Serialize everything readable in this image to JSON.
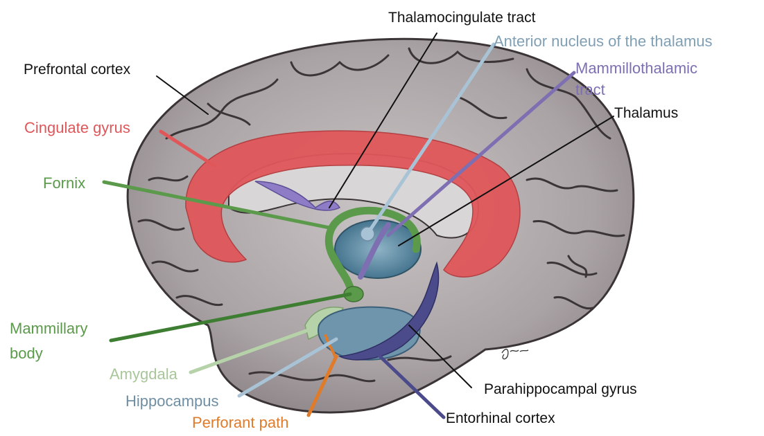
{
  "labels": {
    "thalamocingulate_tract": "Thalamocingulate tract",
    "anterior_nucleus": "Anterior nucleus of the thalamus",
    "mammillothalamic_line1": "Mammillothalamic",
    "mammillothalamic_line2": "tract",
    "prefrontal_cortex": "Prefrontal cortex",
    "thalamus": "Thalamus",
    "cingulate_gyrus": "Cingulate gyrus",
    "fornix": "Fornix",
    "mammillary_line1": "Mammillary",
    "mammillary_line2": "body",
    "amygdala": "Amygdala",
    "hippocampus": "Hippocampus",
    "perforant_path": "Perforant path",
    "parahippocampal_gyrus": "Parahippocampal gyrus",
    "entorhinal_cortex": "Entorhinal cortex"
  },
  "colors": {
    "black": "#111111",
    "cingulate": "#e0575a",
    "fornix": "#5a9a4a",
    "anterior_nucleus": "#a9c3d6",
    "mammillothalamic": "#7d6fb2",
    "amygdala": "#b6d2a8",
    "hippocampus": "#7a99b0",
    "perforant": "#e07b2a",
    "entorhinal": "#4b4a8a"
  },
  "signature": "gf..."
}
